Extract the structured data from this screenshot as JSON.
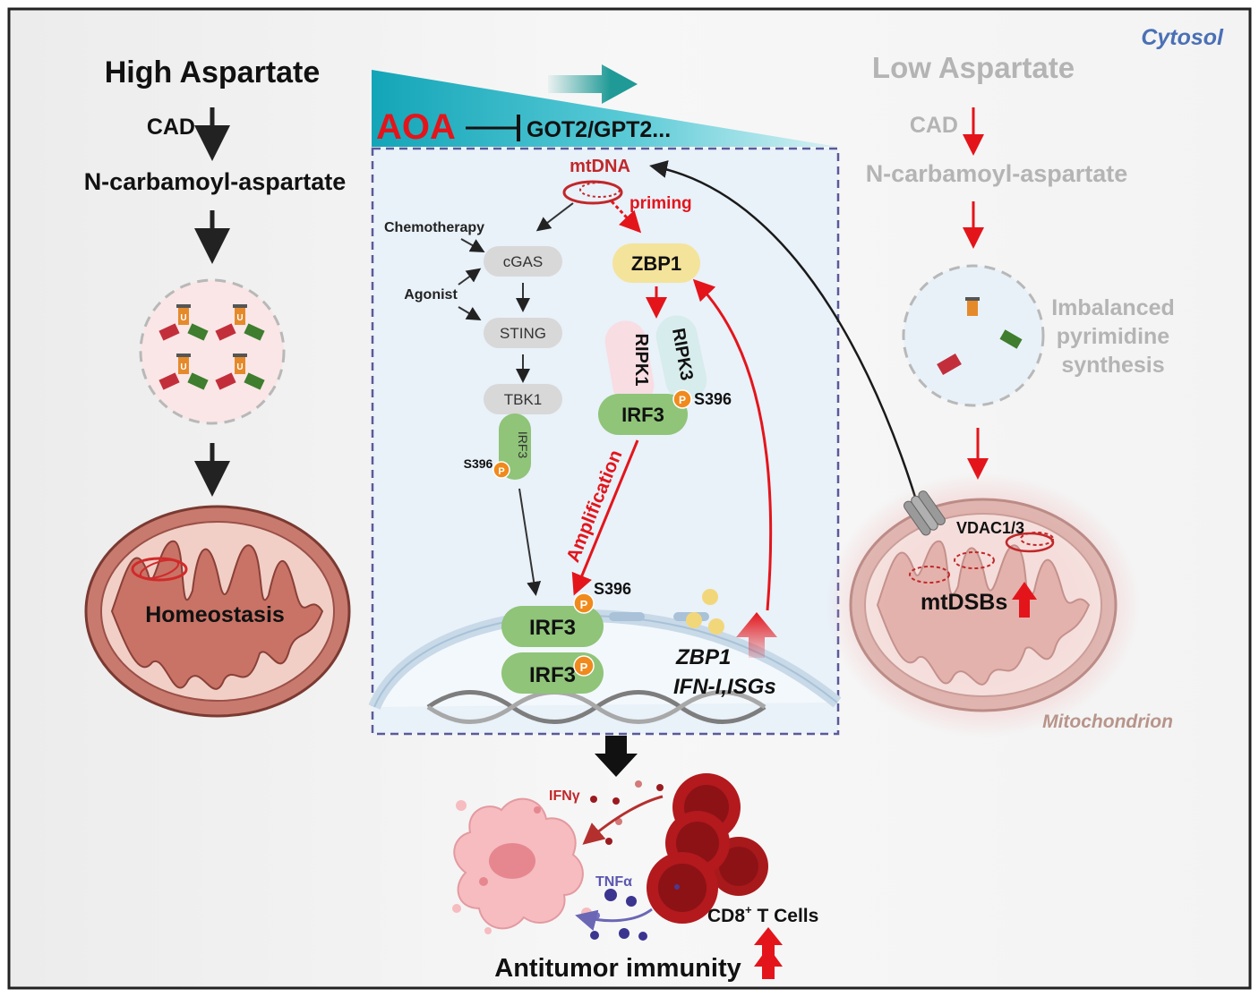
{
  "region_labels": {
    "cytosol": "Cytosol",
    "mitochondrion": "Mitochondrion"
  },
  "left": {
    "title": "High Aspartate",
    "enzyme": "CAD",
    "product": "N-carbamoyl-aspartate",
    "outcome": "Homeostasis",
    "nucleotide_letter": "U"
  },
  "top": {
    "inhibitor": "AOA",
    "targets": "GOT2/GPT2..."
  },
  "center": {
    "mtdna": "mtDNA",
    "priming": "priming",
    "chemotherapy": "Chemotherapy",
    "agonist": "Agonist",
    "cgas": "cGAS",
    "sting": "STING",
    "tbk1": "TBK1",
    "irf3": "IRF3",
    "s396": "S396",
    "phospho": "P",
    "zbp1": "ZBP1",
    "ripk1": "RIPK1",
    "ripk3": "RIPK3",
    "amplification": "Amplification",
    "gene_zbp1": "ZBP1",
    "gene_ifn": "IFN-I,ISGs"
  },
  "right": {
    "title": "Low Aspartate",
    "enzyme": "CAD",
    "product": "N-carbamoyl-aspartate",
    "imbalance_line1": "Imbalanced",
    "imbalance_line2": "pyrimidine",
    "imbalance_line3": "synthesis",
    "vdac": "VDAC1/3",
    "mtdsbs": "mtDSBs"
  },
  "bottom": {
    "ifng": "IFNγ",
    "tnfa": "TNFα",
    "cd8_pre": "CD8",
    "cd8_sup": "+",
    "cd8_post": " T Cells",
    "outcome": "Antitumor immunity"
  },
  "colors": {
    "red": "#e3151b",
    "dark_red_text": "#c0282a",
    "teal": "#1f9a96",
    "gray_text": "#b4b4b4",
    "irf3_green": "#8fc479",
    "zbp1_yellow": "#f4e39a",
    "pathway_box_bg": "#e9f1f9",
    "pathway_box_border": "#5a5a9a"
  }
}
